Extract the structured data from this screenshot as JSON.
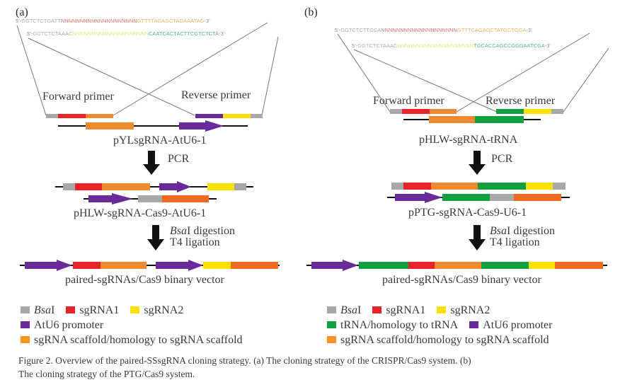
{
  "figure": {
    "caption_line1": "Figure 2. Overview of the paired-SSsgRNA cloning strategy. (a) The cloning strategy of the CRISPR/Cas9 system. (b)",
    "caption_line2": "The cloning strategy of the PTG/Cas9 system."
  },
  "colors": {
    "bsai": "#a8a8a8",
    "sgrna1": "#e8242a",
    "sgrna2": "#ffe000",
    "atu6": "#6a2a9a",
    "scaffold": "#f08a30",
    "scaffold_dark": "#f06a20",
    "trna": "#10a040",
    "seq_grey": "#a0a0a0",
    "seq_red": "#d07070",
    "seq_orange": "#e8b060",
    "seq_yellow": "#e8e070",
    "seq_green": "#50b080"
  },
  "panel_a": {
    "label": "(a)",
    "fwd_seq": {
      "prefix": "5'-",
      "bsai": "GGTCTCTGATT",
      "n": "NNNNNNNNNNNNNNNNNNNN",
      "tail": "GTTTTAGAGCTAGAAATAG",
      "suffix": "-3'"
    },
    "rev_seq": {
      "prefix": "5'-",
      "bsai": "GGTCTCTAAAC",
      "n": "NNNNNNNNNNNNNNNNNNNN",
      "tail": "CAATCACTACTTCGTCTCTA",
      "suffix": "-3'"
    },
    "forward_primer": "Forward primer",
    "reverse_primer": "Reverse primer",
    "template": "pYLsgRNA-AtU6-1",
    "step1": "PCR",
    "product": "pHLW-sgRNA-Cas9-AtU6-1",
    "step2_enzyme": "Bsa",
    "step2_enzyme_suffix": "I digestion",
    "step2_ligation": "T4 ligation",
    "final": "paired-sgRNAs/Cas9 binary vector",
    "legend": [
      [
        {
          "key": "bsai",
          "label": "Bsa",
          "italic": true,
          "suffix": "I"
        },
        {
          "key": "sgrna1",
          "label": "sgRNA1"
        },
        {
          "key": "sgrna2",
          "label": "sgRNA2"
        }
      ],
      [
        {
          "key": "atu6",
          "label": "AtU6 promoter"
        }
      ],
      [
        {
          "key": "scaffold",
          "label": "sgRNA scaffold/homology to sgRNA scaffold"
        }
      ]
    ]
  },
  "panel_b": {
    "label": "(b)",
    "fwd_seq": {
      "prefix": "5'-",
      "bsai": "GGTCTCTTGCA",
      "n": "NNNNNNNNNNNNNNNNNNNN",
      "tail": "GTTTCAGAGCTATGCTGGA",
      "suffix": "-3'"
    },
    "rev_seq": {
      "prefix": "5'-",
      "bsai": "GGTCTCTAAAC",
      "n": "NNNNNNNNNNNNNNNNNNNN",
      "tail": "TGCACCAGCCGGGAATCGA",
      "suffix": "-3'"
    },
    "forward_primer": "Forward primer",
    "reverse_primer": "Reverse primer",
    "template": "pHLW-sgRNA-tRNA",
    "step1": "PCR",
    "product": "pPTG-sgRNA-Cas9-U6-1",
    "step2_enzyme": "Bsa",
    "step2_enzyme_suffix": "I digestion",
    "step2_ligation": "T4 ligation",
    "final": "paired-sgRNAs/Cas9 binary vector",
    "legend": [
      [
        {
          "key": "bsai",
          "label": "Bsa",
          "italic": true,
          "suffix": "I"
        },
        {
          "key": "sgrna1",
          "label": "sgRNA1"
        },
        {
          "key": "sgrna2",
          "label": "sgRNA2"
        }
      ],
      [
        {
          "key": "trna",
          "label": "tRNA/homology to tRNA"
        },
        {
          "key": "atu6",
          "label": "AtU6 promoter"
        }
      ],
      [
        {
          "key": "scaffold",
          "label": "sgRNA scaffold/homology to sgRNA scaffold"
        }
      ]
    ]
  }
}
